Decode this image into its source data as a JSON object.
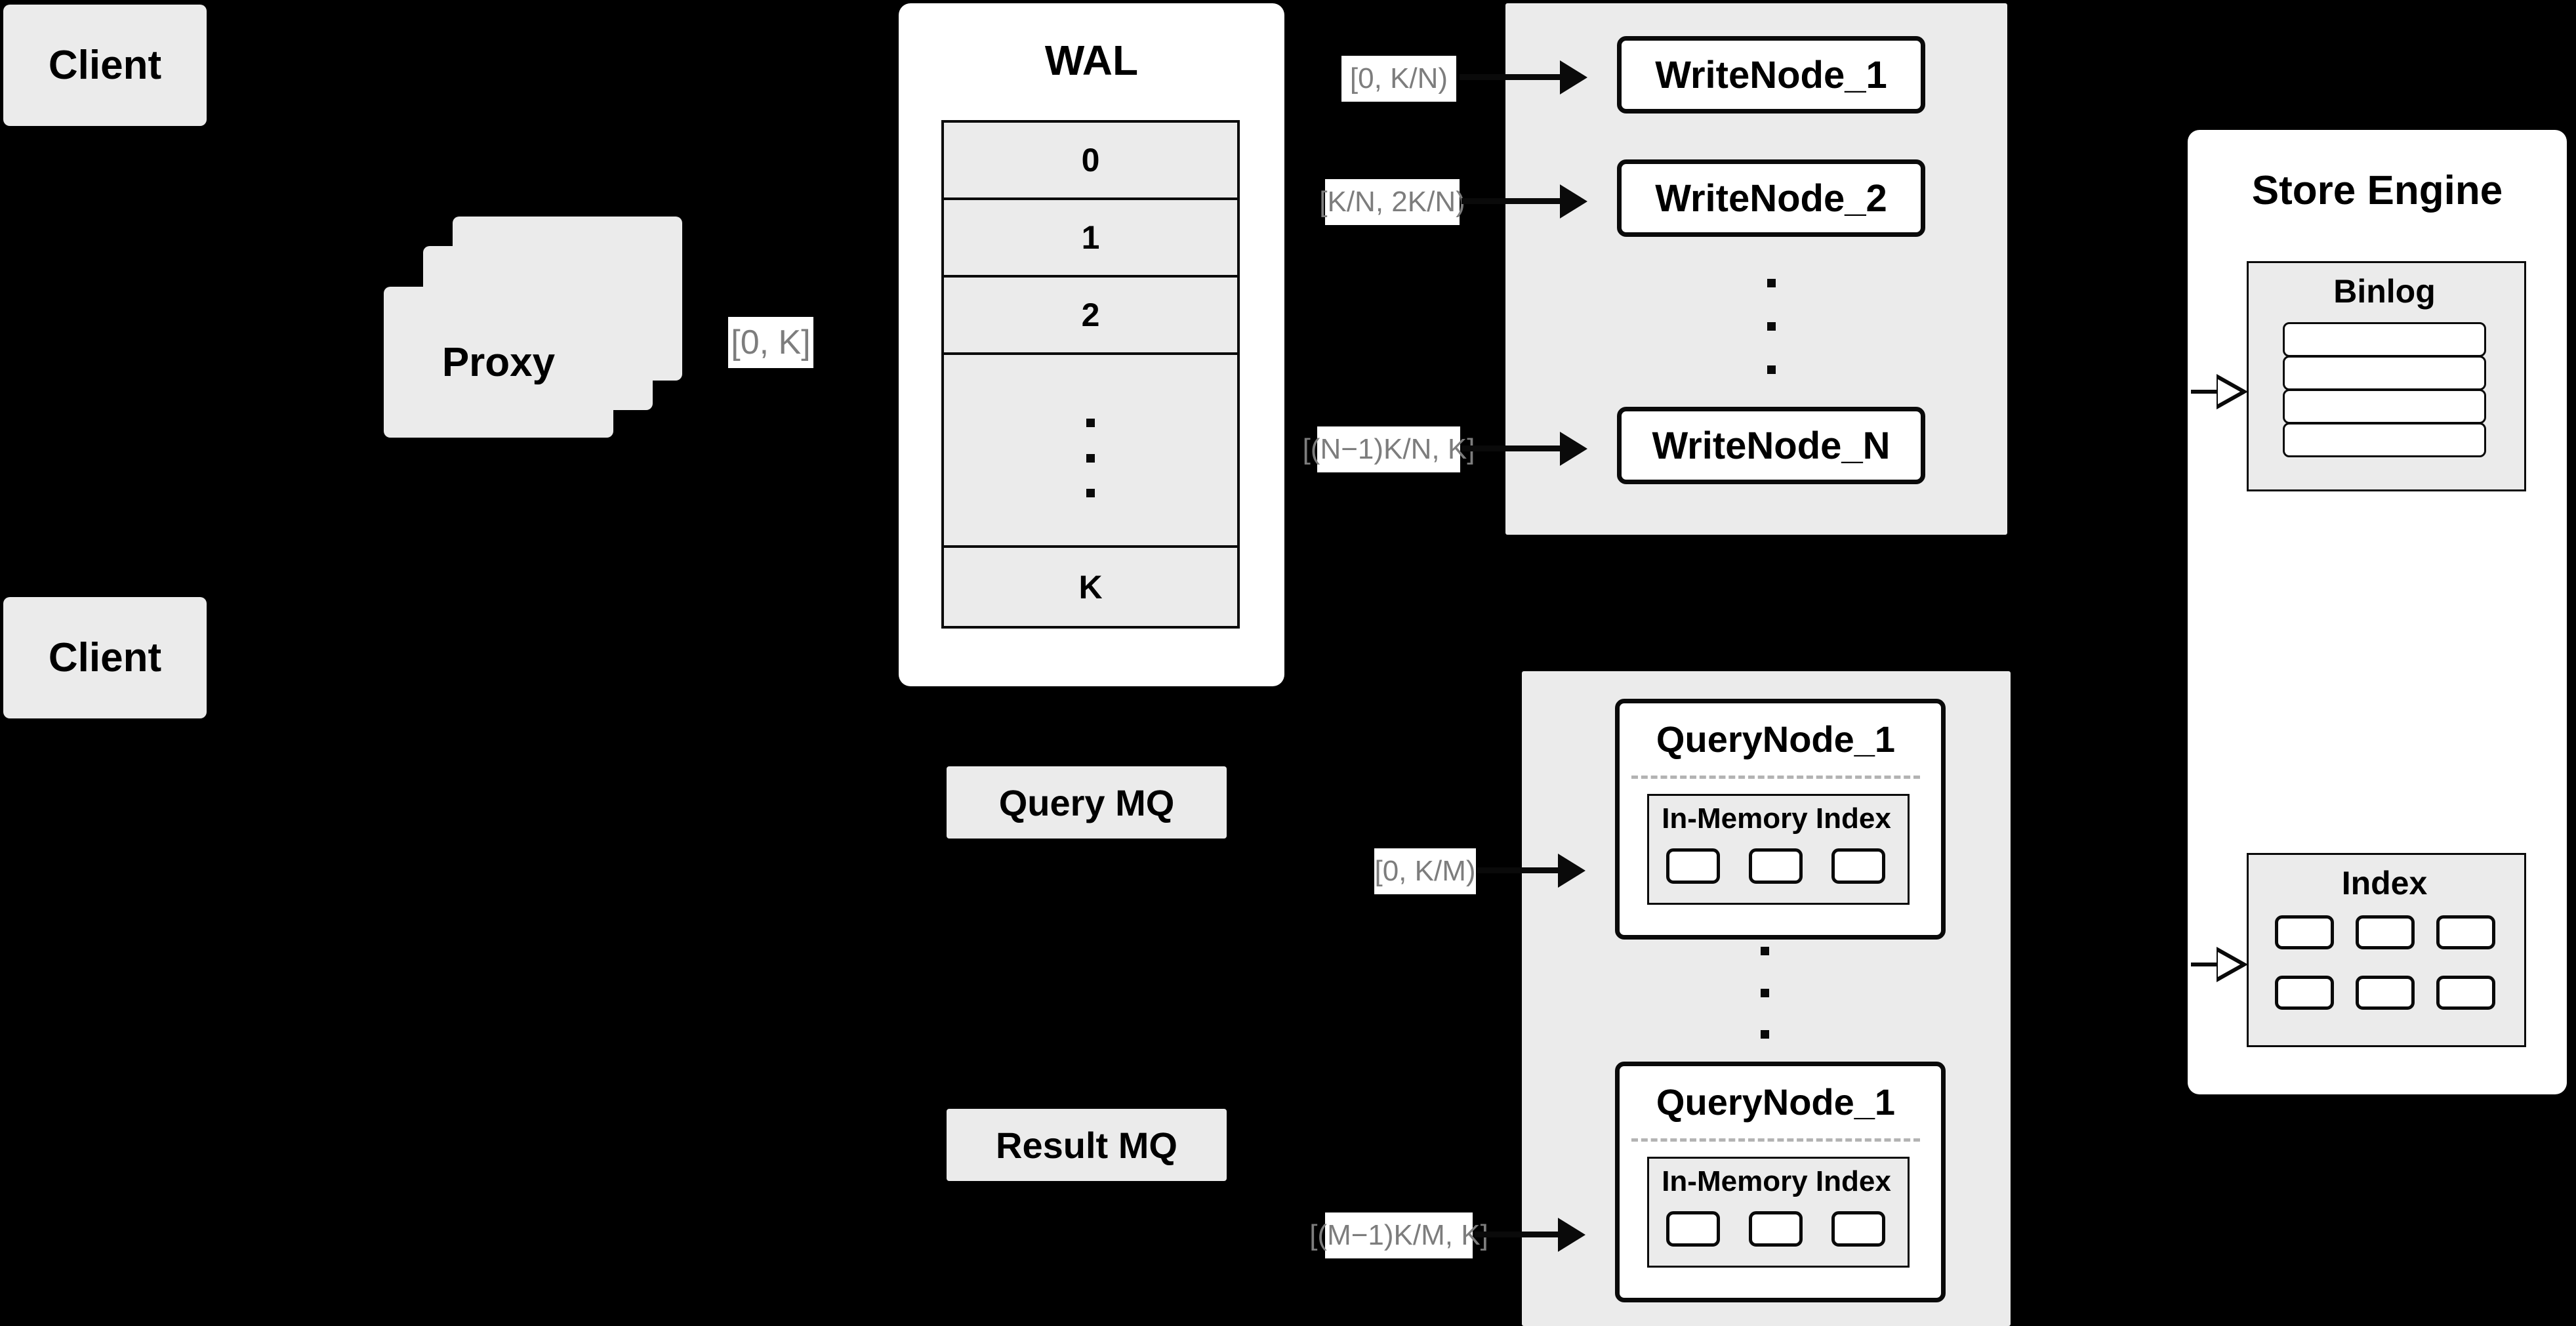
{
  "diagram": {
    "title": "Distributed WAL / Write-Query Node Architecture",
    "background_color": "#000000",
    "panel_fill": "#ebebeb",
    "panel_white": "#ffffff",
    "stroke_color": "#0a0a0a",
    "range_label_color": "#7d7d7d"
  },
  "clients": [
    {
      "label": "Client"
    },
    {
      "label": "Client"
    }
  ],
  "proxy": {
    "label": "Proxy",
    "stack_count": 3,
    "output_range": "[0, K]"
  },
  "wal": {
    "title": "WAL",
    "entries": [
      "0",
      "1",
      "2",
      "⋮",
      "K"
    ],
    "ellipsis_row_index": 3
  },
  "write_group": {
    "nodes": [
      {
        "label": "WriteNode_1",
        "range": "[0,  K/N)"
      },
      {
        "label": "WriteNode_2",
        "range": "[K/N, 2K/N)"
      },
      {
        "label": "WriteNode_N",
        "range": "[(N−1)K/N,  K]"
      }
    ],
    "ellipsis": "⋮"
  },
  "message_queues": [
    {
      "label": "Query MQ"
    },
    {
      "label": "Result MQ"
    }
  ],
  "query_group": {
    "nodes": [
      {
        "label": "QueryNode_1",
        "range": "[0, K/M)",
        "index": {
          "label": "In-Memory Index",
          "segment_count": 3
        }
      },
      {
        "label": "QueryNode_1",
        "range": "[(M−1)K/M, K]",
        "index": {
          "label": "In-Memory Index",
          "segment_count": 3
        }
      }
    ],
    "ellipsis": "⋮"
  },
  "store_engine": {
    "title": "Store Engine",
    "binlog": {
      "label": "Binlog",
      "row_count": 4
    },
    "index": {
      "label": "Index",
      "cell_count": 6
    }
  }
}
